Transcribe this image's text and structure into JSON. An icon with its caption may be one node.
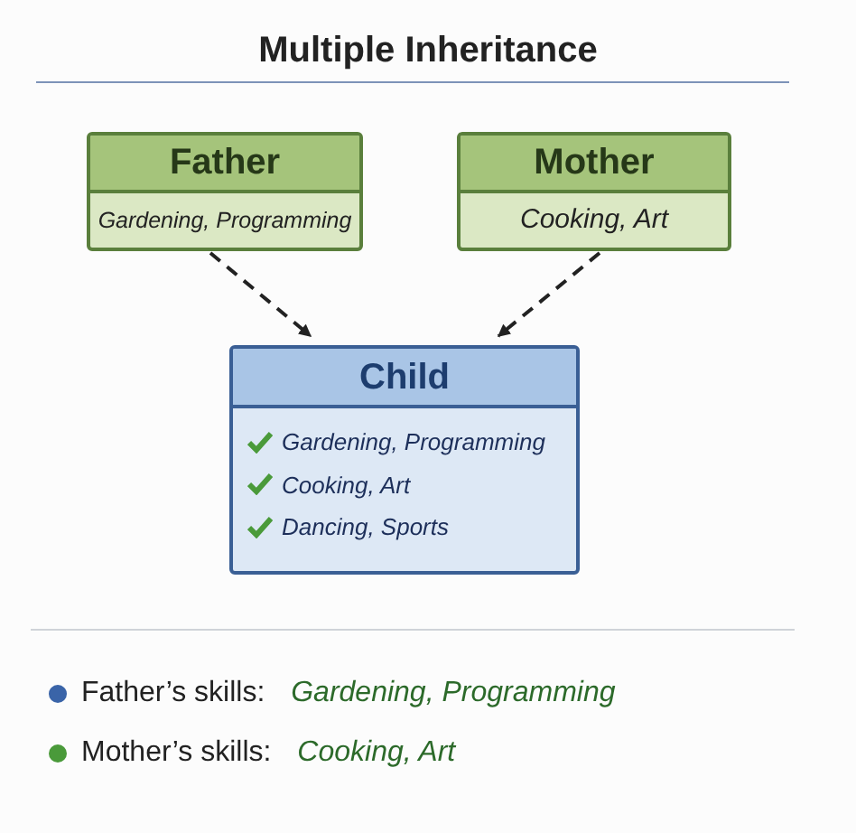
{
  "diagram": {
    "title": "Multiple Inheritance",
    "nodes": [
      {
        "text": [
          "Father",
          "Gardening, Programming"
        ]
      },
      {
        "text": [
          "Mother",
          "Cooking, Art"
        ]
      },
      {
        "text": [
          "Child",
          "Gardening, Programming",
          "Cooking, Art",
          "Dancing, Sports"
        ]
      }
    ],
    "edges": [
      {
        "from": 0,
        "to": 2,
        "arrow": "to",
        "style": "dashed"
      },
      {
        "from": 1,
        "to": 2,
        "arrow": "to",
        "style": "dashed"
      }
    ],
    "legend": [
      {
        "text": "Father’s skills: *Gardening, Programming*",
        "color": "#3a64a8"
      },
      {
        "text": "Mother’s skills: *Cooking, Art*",
        "color": "#4a9a3a"
      }
    ]
  }
}
